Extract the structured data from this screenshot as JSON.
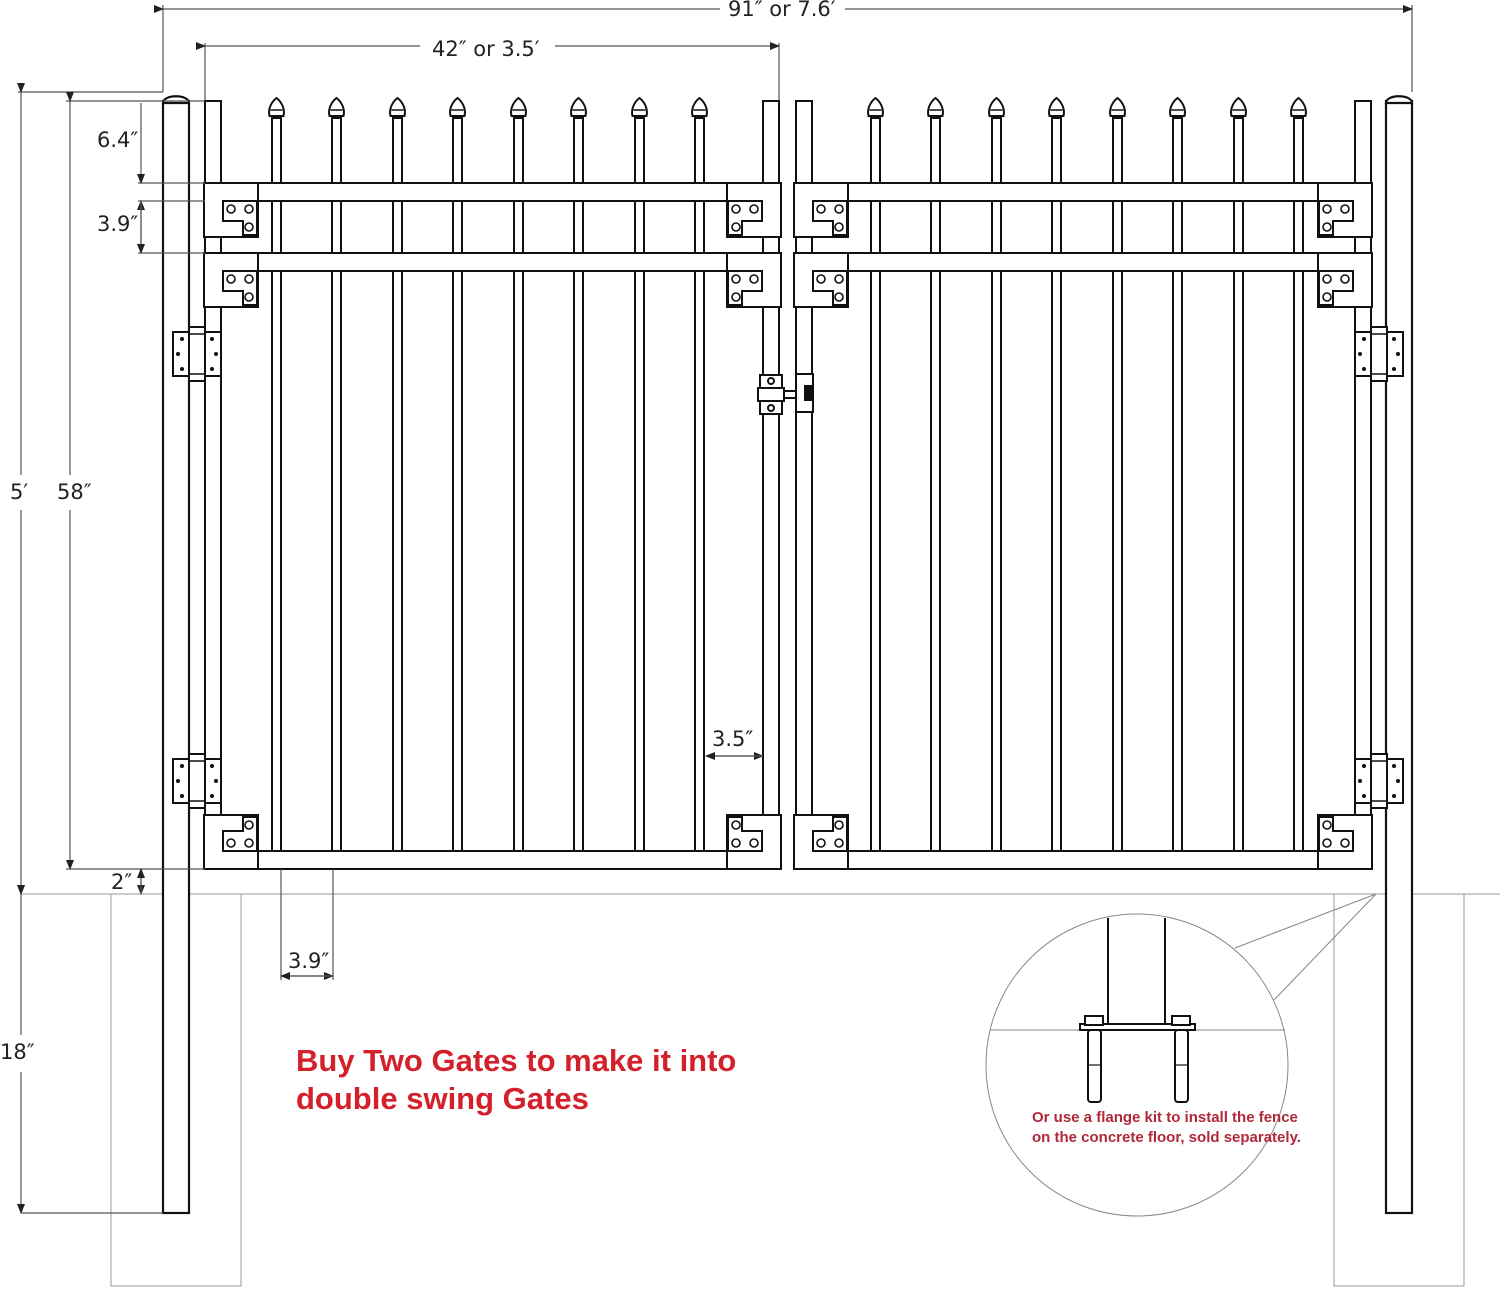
{
  "diagram": {
    "title": "Double swing gate dimension drawing",
    "dimensions": {
      "overall_width": "91″ or 7.6′",
      "gate_width": "42″ or 3.5′",
      "top_spike_to_rail": "6.4″",
      "rail_spacing": "3.9″",
      "post_height_above_ground": "5′",
      "gate_height": "58″",
      "ground_clearance": "2″",
      "post_to_latch_gap": "3.5″",
      "picket_gap": "3.9″",
      "post_depth_below_ground": "18″"
    },
    "headline": {
      "line1": "Buy Two Gates to make it into",
      "line2": "double swing Gates"
    },
    "flange_note": "Or use a flange kit to install the fence on the concrete floor, sold separately.",
    "colors": {
      "line": "#1a1a1a",
      "dim_line": "#555555",
      "headline_red": "#d3202b",
      "note_red": "#b0283a"
    },
    "components": {
      "posts": 2,
      "gates": 2,
      "pickets_per_gate": 8,
      "hinges_per_gate": 2,
      "latch": 1
    }
  }
}
